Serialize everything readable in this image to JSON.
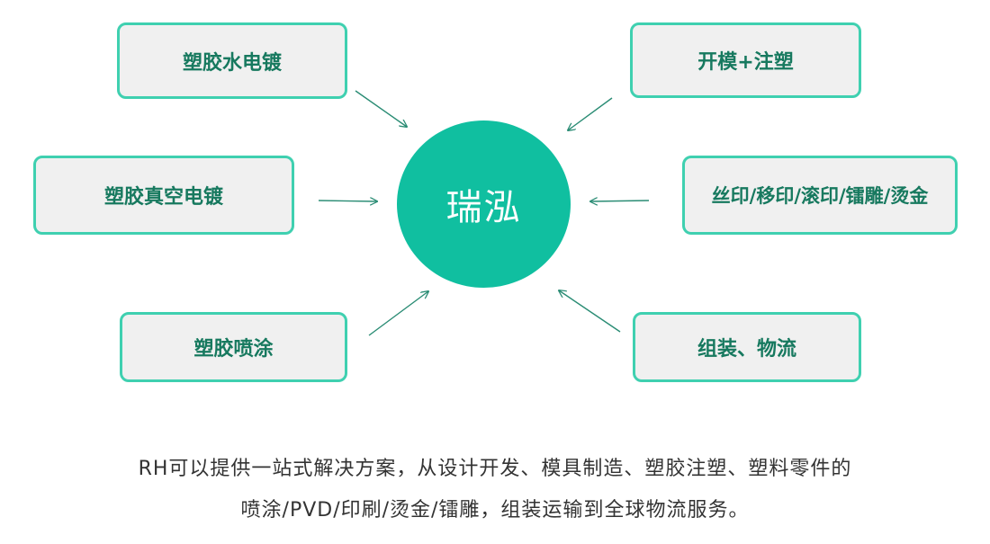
{
  "hub": {
    "label": "瑞泓"
  },
  "services": {
    "left_top": "塑胶水电镀",
    "left_middle": "塑胶真空电镀",
    "left_bottom": "塑胶喷涂",
    "right_top": "开模+注塑",
    "right_middle": "丝印/移印/滚印/镭雕/烫金",
    "right_bottom": "组装、物流"
  },
  "colors": {
    "accent": "#10bfa0",
    "box_border": "#3fd0b0",
    "box_fill": "#f0f0f0",
    "box_text": "#17795f",
    "arrow": "#2a8c74"
  },
  "caption": {
    "line1": "RH可以提供一站式解决方案，从设计开发、模具制造、塑胶注塑、塑料零件的",
    "line2": "喷涂/PVD/印刷/烫金/镭雕，组装运输到全球物流服务。"
  }
}
